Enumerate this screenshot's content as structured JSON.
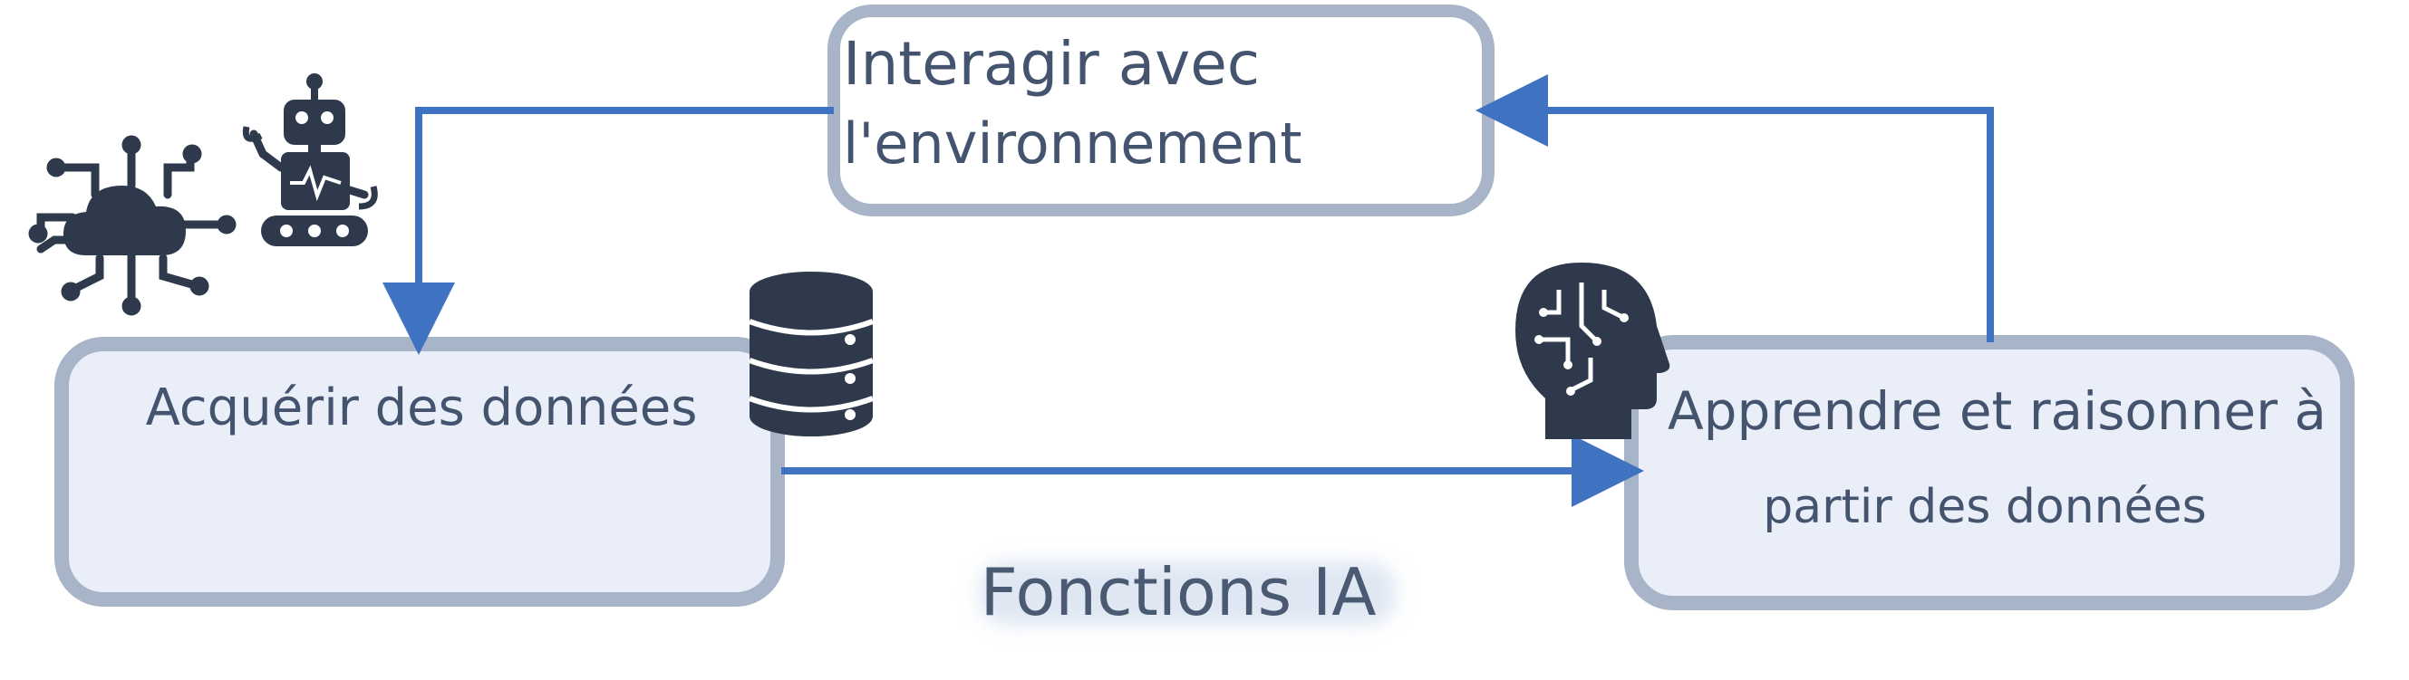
{
  "diagram": {
    "interact_box": {
      "line1": "Interagir avec",
      "line2": "l'environnement"
    },
    "acquire_box": {
      "label": "Acquérir des données"
    },
    "learn_box": {
      "line1": "Apprendre et raisonner à",
      "line2": "partir des données"
    },
    "center_label": "Fonctions IA",
    "icons": [
      "cloud-network-icon",
      "robot-icon",
      "database-icon",
      "ai-brain-head-icon"
    ],
    "colors": {
      "arrow": "#3f72c1",
      "box_fill": "#e9eef8",
      "box_border": "#a8b4c8",
      "text": "#44546e",
      "icon": "#2e3a4c"
    }
  }
}
